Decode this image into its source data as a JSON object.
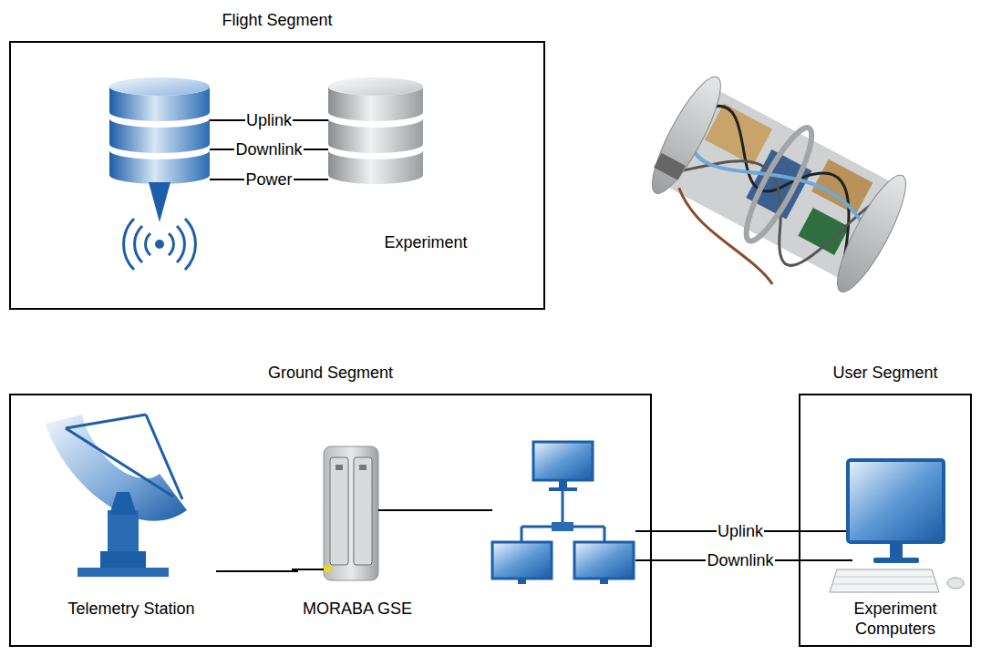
{
  "diagram": {
    "nodes": [
      {
        "text": [
          "Flight Segment"
        ]
      },
      {
        "text": [
          "Experiment"
        ],
        "in": 0
      },
      {
        "text": [
          "Ground Segment"
        ]
      },
      {
        "text": [
          "Telemetry Station"
        ],
        "in": 2
      },
      {
        "text": [
          "MORABA GSE"
        ],
        "in": 2
      },
      {
        "text": [
          "User Segment"
        ]
      },
      {
        "text": [
          "Experiment Computers"
        ],
        "in": 5
      }
    ],
    "edges": [
      {
        "from": 3,
        "to": 4,
        "arrow": "none"
      }
    ],
    "labels": [
      "Uplink",
      "Downlink",
      "Power",
      "Uplink",
      "Downlink"
    ]
  }
}
